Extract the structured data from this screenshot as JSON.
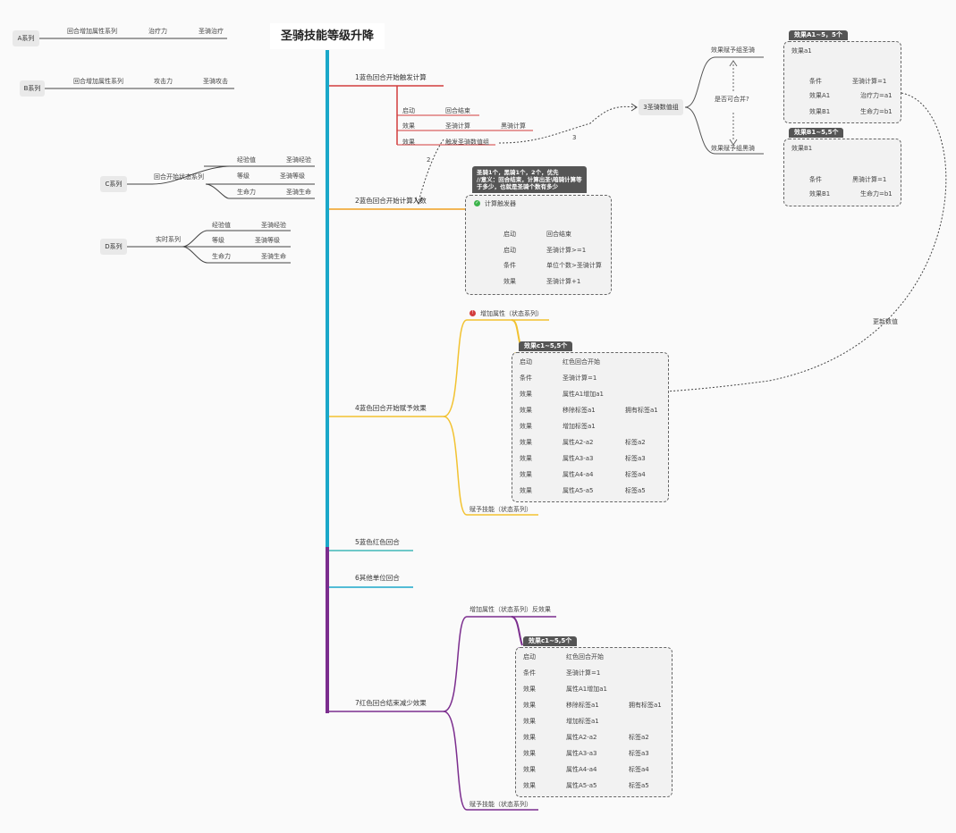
{
  "title": "圣骑技能等级升降",
  "series": {
    "A": {
      "label": "A系列",
      "items": [
        "回合增加属性系列",
        "治疗力",
        "圣骑治疗"
      ]
    },
    "B": {
      "label": "B系列",
      "items": [
        "回合增加属性系列",
        "攻击力",
        "圣骑攻击"
      ]
    },
    "C": {
      "label": "C系列",
      "mid": "回合开始状态系列",
      "rows": [
        [
          "经验值",
          "圣骑经验"
        ],
        [
          "等级",
          "圣骑等级"
        ],
        [
          "生命力",
          "圣骑生命"
        ]
      ]
    },
    "D": {
      "label": "D系列",
      "mid": "实时系列",
      "rows": [
        [
          "经验值",
          "圣骑经验"
        ],
        [
          "等级",
          "圣骑等级"
        ],
        [
          "生命力",
          "圣骑生命"
        ]
      ]
    }
  },
  "branches": {
    "b1": "1蓝色回合开始触发计算",
    "b2": "2蓝色回合开始计算人数",
    "b4": "4蓝色回合开始赋予效果",
    "b5": "5蓝色红色回合",
    "b6": "6其他单位回合",
    "b7": "7红色回合结束减少效果"
  },
  "b1rows": [
    [
      "启动",
      "回合结束",
      ""
    ],
    [
      "效果",
      "圣骑计算",
      "黑骑计算"
    ],
    [
      "效果",
      "触发圣骑数值组",
      ""
    ]
  ],
  "b2": {
    "note": "圣骑1个，黑骑1个，2个，优先\n//意义：回合结束，计算出圣\\暗骑计算等\n于多少，也就是圣骑个数有多少",
    "trigger": "计算触发器",
    "rows": [
      [
        "启动",
        "回合结束"
      ],
      [
        "启动",
        "圣骑计算>=1"
      ],
      [
        "条件",
        "单位个数>圣骑计算"
      ],
      [
        "效果",
        "圣骑计算+1"
      ]
    ]
  },
  "b3": {
    "label": "3圣骑数值组",
    "top": "效果赋予组圣骑",
    "bottom": "效果赋予组黑骑",
    "question": "是否可合并?",
    "boxA": {
      "header": "效果A1~5，5个",
      "head": "效果a1",
      "rows": [
        [
          "条件",
          "圣骑计算=1"
        ],
        [
          "效果A1",
          "治疗力=a1"
        ],
        [
          "效果B1",
          "生命力=b1"
        ]
      ]
    },
    "boxB": {
      "header": "效果B1~5,5个",
      "head": "效果B1",
      "rows": [
        [
          "条件",
          "黑骑计算=1"
        ],
        [
          "效果B1",
          "生命力=b1"
        ]
      ]
    },
    "update": "更新数值",
    "num2": "2",
    "num3": "3"
  },
  "b4": {
    "attr": "增加属性（状态系列）",
    "skill": "赋予技能（状态系列）",
    "header": "效果c1~5,5个",
    "rows": [
      [
        "启动",
        "红色回合开始",
        ""
      ],
      [
        "条件",
        "圣骑计算=1",
        ""
      ],
      [
        "效果",
        "属性A1增加a1",
        ""
      ],
      [
        "效果",
        "移除标签a1",
        "拥有标签a1"
      ],
      [
        "效果",
        "增加标签a1",
        ""
      ],
      [
        "效果",
        "属性A2-a2",
        "标签a2"
      ],
      [
        "效果",
        "属性A3-a3",
        "标签a3"
      ],
      [
        "效果",
        "属性A4-a4",
        "标签a4"
      ],
      [
        "效果",
        "属性A5-a5",
        "标签a5"
      ]
    ]
  },
  "b7": {
    "attr": "增加属性（状态系列）反效果",
    "skill": "赋予技能（状态系列）",
    "header": "效果c1~5,5个",
    "rows": [
      [
        "启动",
        "红色回合开始",
        ""
      ],
      [
        "条件",
        "圣骑计算=1",
        ""
      ],
      [
        "效果",
        "属性A1增加a1",
        ""
      ],
      [
        "效果",
        "移除标签a1",
        "拥有标签a1"
      ],
      [
        "效果",
        "增加标签a1",
        ""
      ],
      [
        "效果",
        "属性A2-a2",
        "标签a2"
      ],
      [
        "效果",
        "属性A3-a3",
        "标签a3"
      ],
      [
        "效果",
        "属性A4-a4",
        "标签a4"
      ],
      [
        "效果",
        "属性A5-a5",
        "标签a5"
      ]
    ]
  },
  "colors": {
    "trunk": "#1aa8c9",
    "purple": "#7b2d8e",
    "red": "#d23c3c",
    "orange": "#f0a020",
    "yellow": "#f2c230",
    "teal": "#3fb8b8",
    "gray": "#555555"
  }
}
